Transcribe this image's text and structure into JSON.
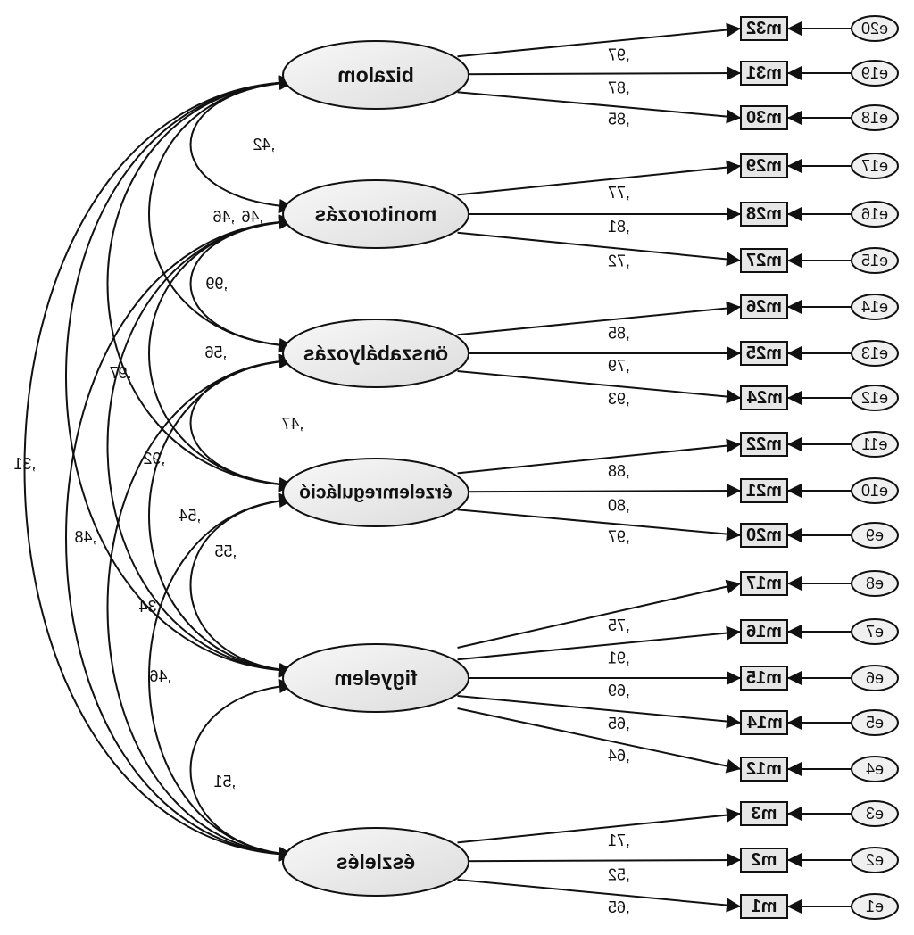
{
  "factors": [
    {
      "id": "bizalom",
      "label": "bizalom"
    },
    {
      "id": "monitorozas",
      "label": "monitorozás"
    },
    {
      "id": "onszabalyozas",
      "label": "önszabályozás"
    },
    {
      "id": "erzelemregulacio",
      "label": "érzelemreguláció"
    },
    {
      "id": "figyelem",
      "label": "figyelem"
    },
    {
      "id": "eszleles",
      "label": "észlelés"
    }
  ],
  "indicators": [
    {
      "item": "m32",
      "error": "e20",
      "factor": "bizalom",
      "loading": ",97"
    },
    {
      "item": "m31",
      "error": "e19",
      "factor": "bizalom",
      "loading": ",87"
    },
    {
      "item": "m30",
      "error": "e18",
      "factor": "bizalom",
      "loading": ",85"
    },
    {
      "item": "m29",
      "error": "e17",
      "factor": "monitorozas",
      "loading": ",77"
    },
    {
      "item": "m28",
      "error": "e16",
      "factor": "monitorozas",
      "loading": ",81"
    },
    {
      "item": "m27",
      "error": "e15",
      "factor": "monitorozas",
      "loading": ",72"
    },
    {
      "item": "m26",
      "error": "e14",
      "factor": "onszabalyozas",
      "loading": ",85"
    },
    {
      "item": "m25",
      "error": "e13",
      "factor": "onszabalyozas",
      "loading": ",79"
    },
    {
      "item": "m24",
      "error": "e12",
      "factor": "onszabalyozas",
      "loading": ",93"
    },
    {
      "item": "m22",
      "error": "e11",
      "factor": "erzelemregulacio",
      "loading": ",88"
    },
    {
      "item": "m21",
      "error": "e10",
      "factor": "erzelemregulacio",
      "loading": ",80"
    },
    {
      "item": "m20",
      "error": "e9",
      "factor": "erzelemregulacio",
      "loading": ",97"
    },
    {
      "item": "m17",
      "error": "e8",
      "factor": "figyelem",
      "loading": ",75"
    },
    {
      "item": "m16",
      "error": "e7",
      "factor": "figyelem",
      "loading": ",91"
    },
    {
      "item": "m15",
      "error": "e6",
      "factor": "figyelem",
      "loading": ",69"
    },
    {
      "item": "m14",
      "error": "e5",
      "factor": "figyelem",
      "loading": ",65"
    },
    {
      "item": "m12",
      "error": "e4",
      "factor": "figyelem",
      "loading": ",64"
    },
    {
      "item": "m3",
      "error": "e3",
      "factor": "eszleles",
      "loading": ",71"
    },
    {
      "item": "m2",
      "error": "e2",
      "factor": "eszleles",
      "loading": ",52"
    },
    {
      "item": "m1",
      "error": "e1",
      "factor": "eszleles",
      "loading": ",65"
    }
  ],
  "correlations": [
    {
      "from": "bizalom",
      "to": "eszleles",
      "value": ",31"
    },
    {
      "from": "monitorozas",
      "to": "eszleles",
      "value": ",48"
    },
    {
      "from": "bizalom",
      "to": "figyelem",
      "value": ",97"
    },
    {
      "from": "onszabalyozas",
      "to": "eszleles",
      "value": ",34"
    },
    {
      "from": "monitorozas",
      "to": "figyelem",
      "value": ",92"
    },
    {
      "from": "erzelemregulacio",
      "to": "eszleles",
      "value": ",46"
    },
    {
      "from": "onszabalyozas",
      "to": "figyelem",
      "value": ",54"
    },
    {
      "from": "erzelemregulacio",
      "to": "figyelem",
      "value": ",55"
    },
    {
      "from": "figyelem",
      "to": "eszleles",
      "value": ",51"
    },
    {
      "from": "bizalom",
      "to": "onszabalyozas",
      "value": ",46"
    },
    {
      "from": "bizalom",
      "to": "erzelemregulacio",
      "value": ",56"
    },
    {
      "from": "monitorozas",
      "to": "erzelemregulacio",
      "value": ",99"
    },
    {
      "from": "bizalom",
      "to": "monitorozas",
      "value": ",42"
    },
    {
      "from": "monitorozas",
      "to": "onszabalyozas",
      "value": ",46"
    },
    {
      "from": "onszabalyozas",
      "to": "erzelemregulacio",
      "value": ",47"
    }
  ]
}
